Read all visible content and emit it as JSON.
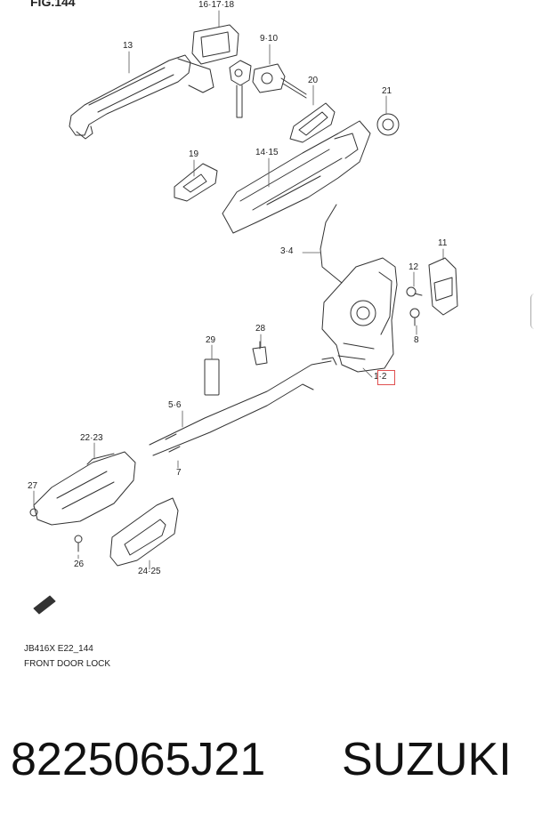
{
  "figure": {
    "title": "FIG.144"
  },
  "callouts": [
    {
      "id": "c-16-17-18",
      "text": "16·17·18"
    },
    {
      "id": "c-13",
      "text": "13"
    },
    {
      "id": "c-9-10",
      "text": "9·10"
    },
    {
      "id": "c-20",
      "text": "20"
    },
    {
      "id": "c-21",
      "text": "21"
    },
    {
      "id": "c-19",
      "text": "19"
    },
    {
      "id": "c-14-15",
      "text": "14·15"
    },
    {
      "id": "c-3-4",
      "text": "3·4"
    },
    {
      "id": "c-11",
      "text": "11"
    },
    {
      "id": "c-12",
      "text": "12"
    },
    {
      "id": "c-8",
      "text": "8"
    },
    {
      "id": "c-1-2",
      "text": "1·2"
    },
    {
      "id": "c-29",
      "text": "29"
    },
    {
      "id": "c-28",
      "text": "28"
    },
    {
      "id": "c-5-6",
      "text": "5·6"
    },
    {
      "id": "c-22-23",
      "text": "22·23"
    },
    {
      "id": "c-7",
      "text": "7"
    },
    {
      "id": "c-27",
      "text": "27"
    },
    {
      "id": "c-26",
      "text": "26"
    },
    {
      "id": "c-24-25",
      "text": "24·25"
    }
  ],
  "caption": {
    "code": "JB416X E22_144",
    "name": "FRONT DOOR LOCK"
  },
  "product": {
    "part_number": "8225065J21",
    "brand": "SUZUKI"
  },
  "icons": {
    "fwd": "fwd-arrow-icon"
  },
  "colors": {
    "line": "#333333",
    "highlight": "#e05050"
  }
}
